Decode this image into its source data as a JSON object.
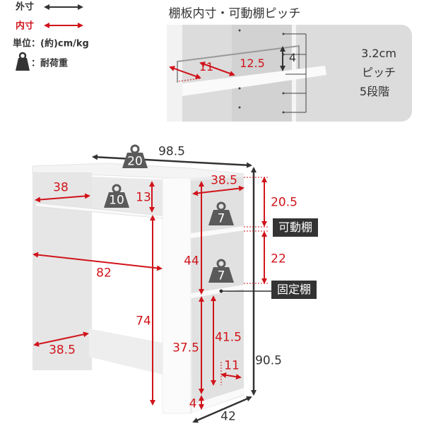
{
  "legend": {
    "outer_label": "外寸",
    "inner_label": "内寸",
    "unit_label": "単位：(約)cm/kg",
    "load_label": "：耐荷重"
  },
  "inset": {
    "title": "棚板内寸・可動棚ピッチ",
    "depth": "11",
    "width": "12.5",
    "height": "4",
    "pitch_lines": [
      "3.2cm",
      "ピッチ",
      "5段階"
    ]
  },
  "dimensions": {
    "total_width": "98.5",
    "total_height": "90.5",
    "total_depth": "42",
    "upper_shelf_width": "38",
    "upper_shelf_height": "13",
    "cabinet_inner_width": "38.5",
    "adjustable_gap_top": "20.5",
    "adjustable_gap_bottom": "22",
    "cabinet_upper_height": "44",
    "desk_inner_width": "82",
    "knee_height": "74",
    "leg_depth": "38.5",
    "lower_height": "37.5",
    "lower_inner_height": "41.5",
    "lower_inner_depth": "11",
    "base_height": "4"
  },
  "loads": {
    "top": "20",
    "upper_shelf": "10",
    "adjustable_shelf": "7",
    "fixed_shelf": "7"
  },
  "tags": {
    "adjustable_shelf": "可動棚",
    "fixed_shelf": "固定棚"
  },
  "colors": {
    "outer": "#333333",
    "inner": "#d0141b",
    "weight_icon": "#5a5a5a"
  }
}
